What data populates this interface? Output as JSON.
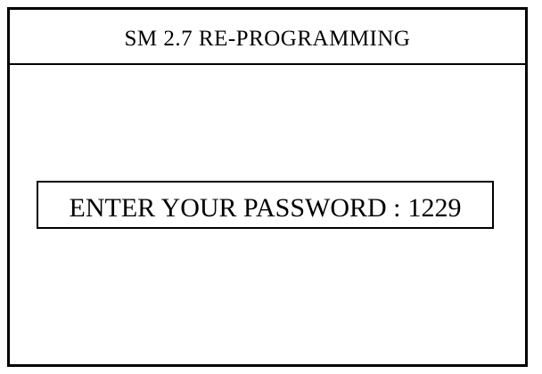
{
  "screen": {
    "title": "SM 2.7 RE-PROGRAMMING"
  },
  "password_prompt": {
    "label": "ENTER YOUR PASSWORD :",
    "value": "1229"
  }
}
